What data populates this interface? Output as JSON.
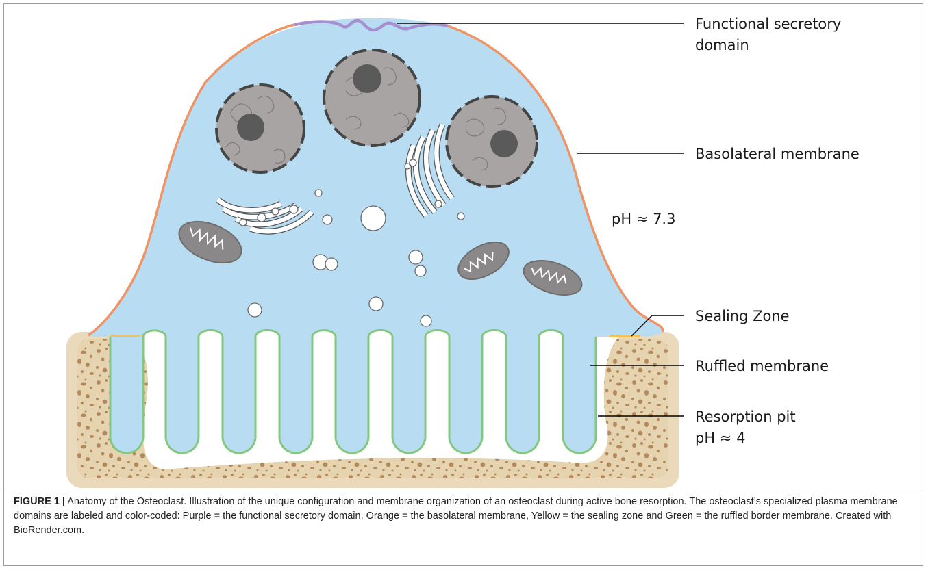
{
  "labels": {
    "functional_secretory": "Functional secretory\ndomain",
    "basolateral": "Basolateral membrane",
    "ph_cell": "pH ≈ 7.3",
    "sealing_zone": "Sealing Zone",
    "ruffled": "Ruffled membrane",
    "resorption_pit": "Resorption pit\npH ≈ 4"
  },
  "caption": {
    "fig_id": "FIGURE 1 |",
    "text": " Anatomy of the Osteoclast. Illustration of the unique configuration and membrane organization of an osteoclast during active bone resorption. The osteoclast’s specialized plasma membrane domains are labeled and color-coded: Purple = the functional secretory domain, Orange = the basolateral membrane, Yellow = the sealing zone and Green = the ruffled border membrane. Created with BioRender.com."
  },
  "colors": {
    "cytoplasm": "#b8dcf2",
    "secretory_domain": "#a58fd1",
    "basolateral": "#ee9466",
    "sealing_zone": "#f4c156",
    "ruffled": "#82c87e",
    "bone": "#e6d3b0",
    "bone_matrix": "#b48a5c",
    "nucleus": "#a7a4a3",
    "nucleolus": "#5a5a5a",
    "mitochondria": "#8a8888"
  }
}
